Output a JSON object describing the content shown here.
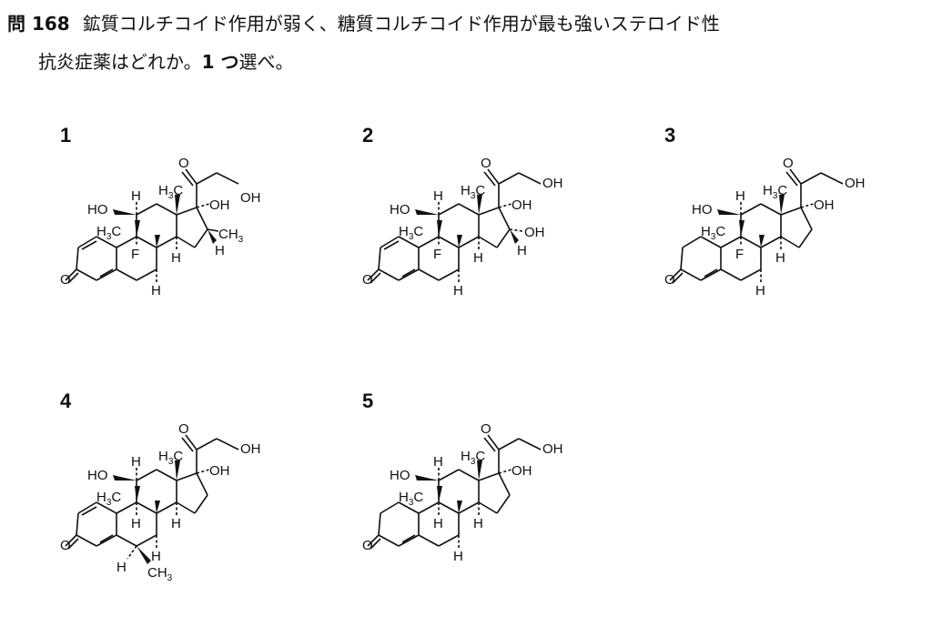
{
  "question": {
    "number": "問 168",
    "line1": "鉱質コルチコイド作用が弱く、糖質コルチコイド作用が最も強いステロイド性",
    "line2_a": "抗炎症薬はどれか。",
    "line2_b": "1 つ",
    "line2_c": "選べ。"
  },
  "choices": [
    {
      "label": "1",
      "variant": "dexamethasone-like: 1,2-double bond, 9α-F, 16-CH3"
    },
    {
      "label": "2",
      "variant": "triamcinolone-like: 1,2-double bond, 9α-F, 16-OH"
    },
    {
      "label": "3",
      "variant": "fludrocortisone-like: 9α-F"
    },
    {
      "label": "4",
      "variant": "6α-methylprednisolone-like: 1,2-double bond, 6-CH3"
    },
    {
      "label": "5",
      "variant": "hydrocortisone-like"
    }
  ],
  "labels": {
    "O": "O",
    "OH": "OH",
    "HO": "HO",
    "H": "H",
    "F": "F",
    "CH3": "CH",
    "sub3": "3",
    "H3C_H": "H",
    "H3C_C": "C"
  }
}
